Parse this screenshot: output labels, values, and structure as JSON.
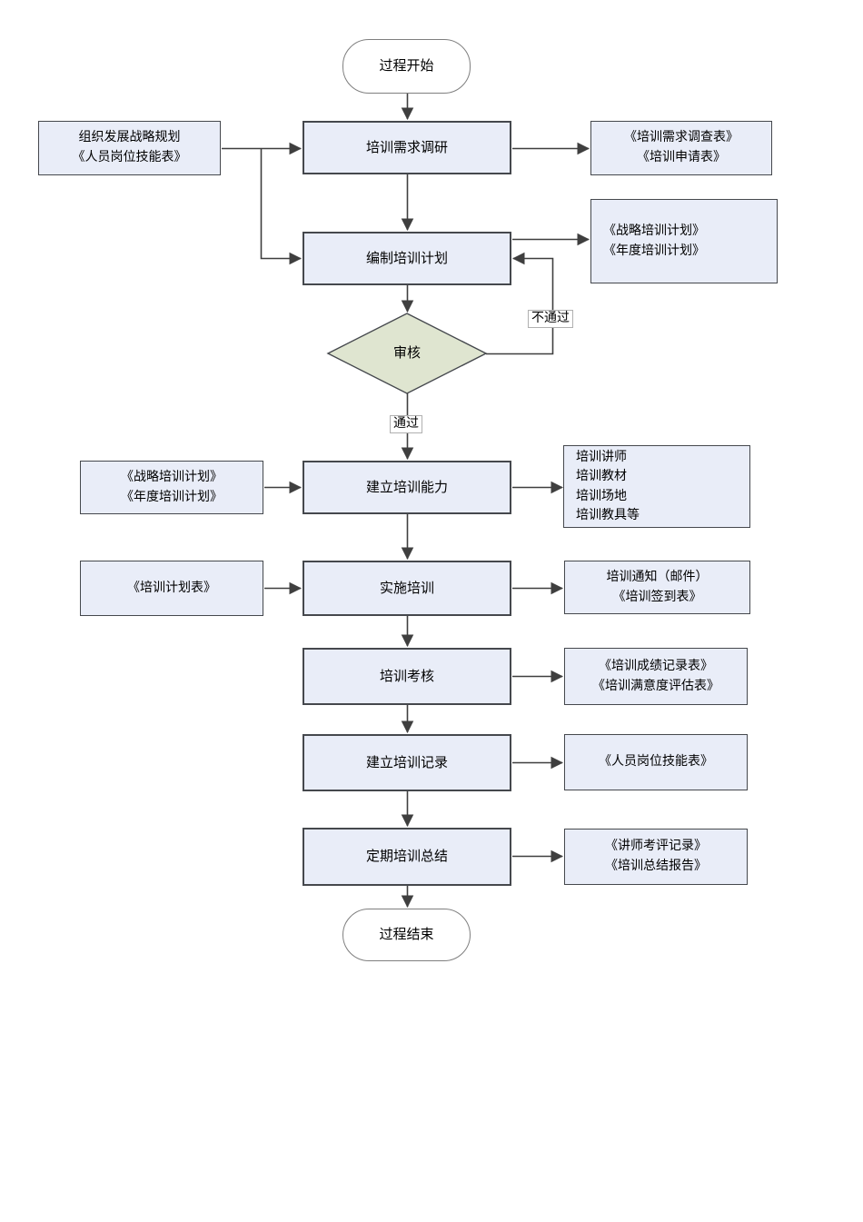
{
  "diagram": {
    "colors": {
      "process_fill": "#e9edf8",
      "decision_fill": "#dfe5d0",
      "terminal_fill": "#ffffff",
      "border_color": "#45484d",
      "terminal_border": "#7f7f7f",
      "line_color": "#3f3f3f",
      "label_border": "#b0b0b0",
      "text_color": "#000000",
      "page_background": "#ffffff"
    },
    "terminals": {
      "start": {
        "label": "过程开始"
      },
      "end": {
        "label": "过程结束"
      }
    },
    "steps": {
      "research": {
        "label": "培训需求调研"
      },
      "plan": {
        "label": "编制培训计划"
      },
      "capability": {
        "label": "建立培训能力"
      },
      "implement": {
        "label": "实施培训"
      },
      "assess": {
        "label": "培训考核"
      },
      "record": {
        "label": "建立培训记录"
      },
      "summary": {
        "label": "定期培训总结"
      }
    },
    "decision": {
      "label": "审核",
      "yes_label": "通过",
      "no_label": "不通过"
    },
    "inputs": {
      "strategy": {
        "lines": [
          "组织发展战略规划",
          "《人员岗位技能表》"
        ]
      },
      "plans": {
        "lines": [
          "《战略培训计划》",
          "《年度培训计划》"
        ]
      },
      "schedule": {
        "lines": [
          "《培训计划表》"
        ]
      }
    },
    "outputs": {
      "survey": {
        "lines": [
          "《培训需求调查表》",
          "《培训申请表》"
        ]
      },
      "plans": {
        "lines": [
          "《战略培训计划》",
          "《年度培训计划》"
        ]
      },
      "resources": {
        "lines": [
          "培训讲师",
          "培训教材",
          "培训场地",
          "培训教具等"
        ]
      },
      "notice": {
        "lines": [
          "培训通知（邮件）",
          "《培训签到表》"
        ]
      },
      "scores": {
        "lines": [
          "《培训成绩记录表》",
          "《培训满意度评估表》"
        ]
      },
      "skills": {
        "lines": [
          "《人员岗位技能表》"
        ]
      },
      "reports": {
        "lines": [
          "《讲师考评记录》",
          "《培训总结报告》"
        ]
      }
    }
  }
}
